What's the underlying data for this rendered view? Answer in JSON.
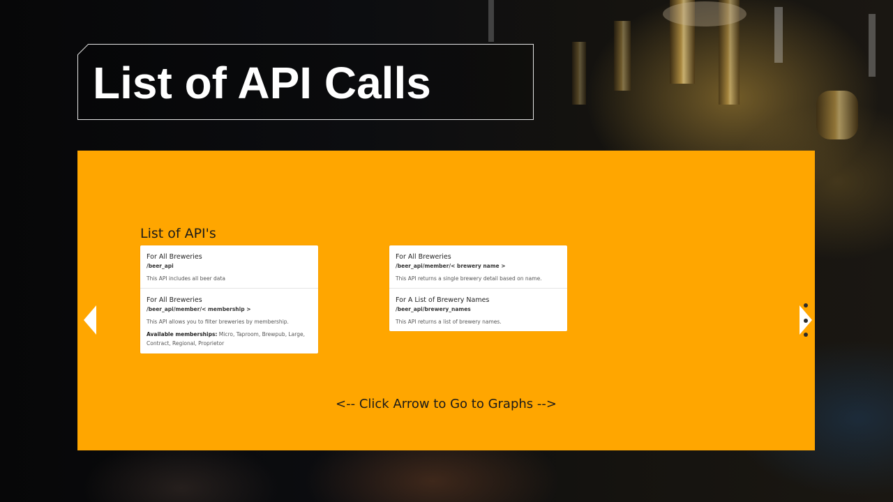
{
  "slide": {
    "title": "List of API Calls"
  },
  "panel": {
    "section_title": "List of API's",
    "left_card": [
      {
        "title": "For All Breweries",
        "path": "/beer_api",
        "description": "This API includes all beer data"
      },
      {
        "title": "For All Breweries",
        "path": "/beer_api/member/< membership >",
        "description": "This API allows you to filter breweries by membership.",
        "extra_label": "Available memberships:",
        "extra_value": " Micro, Taproom, Brewpub, Large, Contract, Regional, Proprietor"
      }
    ],
    "right_card": [
      {
        "title": "For All Breweries",
        "path": "/beer_api/member/< brewery name >",
        "description": "This API returns a single brewery detail based on name."
      },
      {
        "title": "For A List of Brewery Names",
        "path": "/beer_api/brewery_names",
        "description": "This API returns a list of brewery names."
      }
    ],
    "footer_text": "<-- Click Arrow to Go to Graphs -->"
  },
  "navigation": {
    "prev_icon": "chevron-left-icon",
    "next_icon": "chevron-right-icon",
    "dots_count": 3
  },
  "colors": {
    "panel_bg": "#ffa600",
    "title_text": "#ffffff"
  }
}
